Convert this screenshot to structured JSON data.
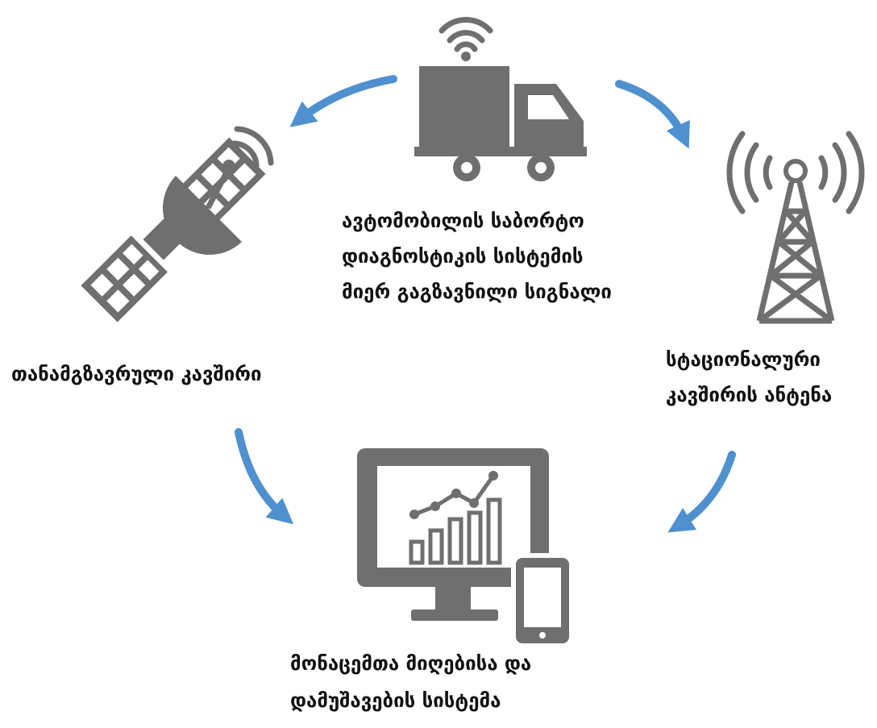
{
  "nodes": {
    "vehicle": {
      "icon": "delivery-truck-icon",
      "lines": [
        "ავტომობილის საბორტო",
        "დიაგნოსტიკის სისტემის",
        "მიერ გაგზავნილი სიგნალი"
      ]
    },
    "satellite": {
      "icon": "satellite-dish-icon",
      "lines": [
        "თანამგზავრული კავშირი"
      ]
    },
    "antenna": {
      "icon": "radio-tower-icon",
      "lines": [
        "სტაციონალური",
        "კავშირის ანტენა"
      ]
    },
    "processing": {
      "icon": "monitor-chart-icon",
      "lines": [
        "მონაცემთა მიღებისა და",
        "დამუშავების სისტემა"
      ]
    }
  },
  "colors": {
    "icon": "#6f6f6f",
    "arrow": "#4f90cf",
    "text": "#111111"
  }
}
